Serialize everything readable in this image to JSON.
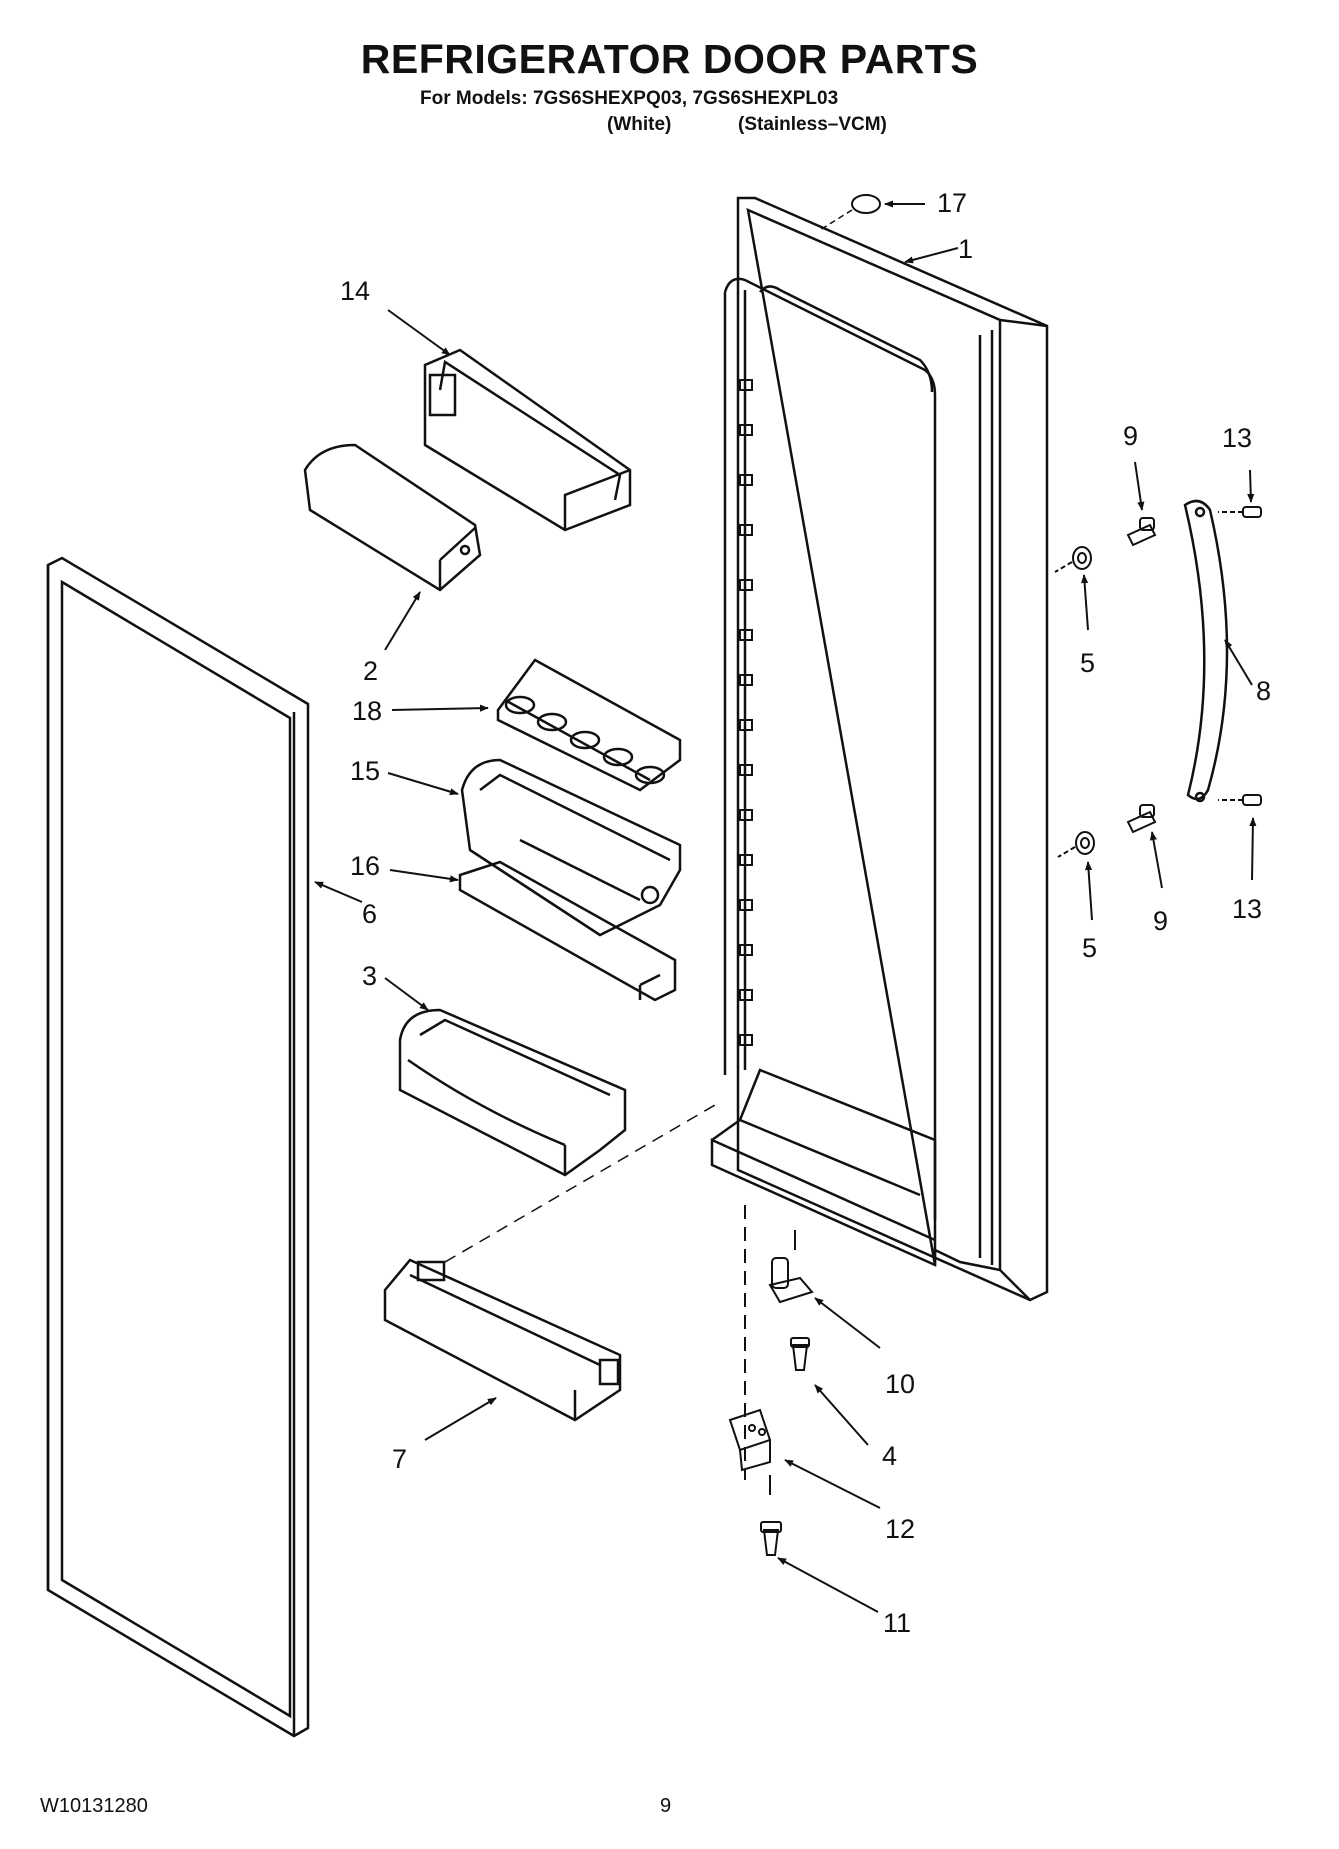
{
  "header": {
    "title": "REFRIGERATOR DOOR PARTS",
    "models_line": "For Models: 7GS6SHEXPQ03, 7GS6SHEXPL03",
    "variant_white": "(White)",
    "variant_stainless": "(Stainless–VCM)"
  },
  "footer": {
    "doc_number": "W10131280",
    "page_number": "9"
  },
  "callouts": {
    "c1": "1",
    "c2": "2",
    "c3": "3",
    "c4": "4",
    "c5a": "5",
    "c5b": "5",
    "c6": "6",
    "c7": "7",
    "c8": "8",
    "c9a": "9",
    "c9b": "9",
    "c10": "10",
    "c11": "11",
    "c12": "12",
    "c13a": "13",
    "c13b": "13",
    "c14": "14",
    "c15": "15",
    "c16": "16",
    "c17": "17",
    "c18": "18"
  }
}
